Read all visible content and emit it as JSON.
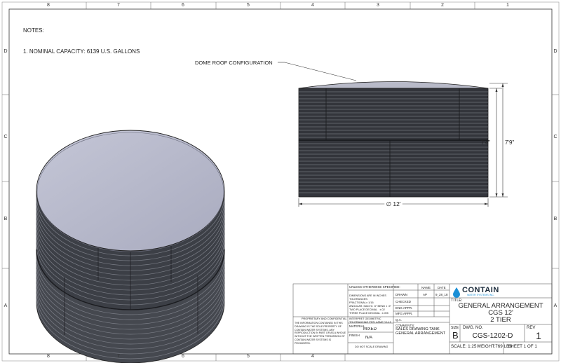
{
  "drawing": {
    "notes_heading": "NOTES:",
    "note_1": "1. NOMINAL CAPACITY: 6139 U.S. GALLONS",
    "callout": "DOME ROOF CONFIGURATION",
    "dim_height_wall": "7'4\"",
    "dim_height_total": "7'9\"",
    "dim_diameter": "∅ 12'"
  },
  "border": {
    "columns": [
      "8",
      "7",
      "6",
      "5",
      "4",
      "3",
      "2",
      "1"
    ],
    "rows": [
      "D",
      "C",
      "B",
      "A"
    ]
  },
  "title_block": {
    "unless": "UNLESS OTHERWISE SPECIFIED:",
    "tolerances": "DIMENSIONS ARE IN INCHES\nTOLERANCES:\nFRACTIONAL± 1/16\nANGULAR: MACH± .5° BEND ± .5°\nTWO PLACE DECIMAL   ±.02\nTHREE PLACE DECIMAL  ±.005",
    "interpret": "INTERPRET GEOMETRIC\nTOLERANCING PER: ASME Y14.5",
    "material_label": "MATERIAL",
    "material_value": "MIXED",
    "finish_label": "FINISH",
    "finish_value": "N/A",
    "no_scale": "DO NOT SCALE DRAWING",
    "proprietary_title": "PROPRIETARY AND CONFIDENTIAL",
    "proprietary_text": "THE INFORMATION CONTAINED IN THIS\nDRAWING IS THE SOLE PROPERTY OF\nCONTAIN WATER SYSTEMS. ANY\nREPRODUCTION IN PART OR AS A WHOLE\nWITHOUT THE WRITTEN PERMISSION OF\nCONTAIN WATER SYSTEMS IS\nPROHIBITED.",
    "name_header": "NAME",
    "date_header": "DATE",
    "drawn_label": "DRAWN",
    "drawn_name": "AP",
    "drawn_date": "9_28_18",
    "checked_label": "CHECKED",
    "eng_label": "ENG APPR.",
    "mfg_label": "MFG APPR.",
    "qa_label": "Q.A.",
    "comments_label": "COMMENTS:",
    "comments_text": "SALES DRAWING-TANK\nGENERAL ARRANGEMENT",
    "company": "CONTAIN",
    "company_sub": "WATER SYSTEMS INC.",
    "title_label": "TITLE:",
    "title_line1": "GENERAL ARRANGEMENT",
    "title_line2": "CGS 12'",
    "title_line3": "2 TIER",
    "size_label": "SIZE",
    "size_value": "B",
    "dwg_label": "DWG.  NO.",
    "dwg_value": "CGS-1202-D",
    "rev_label": "REV",
    "rev_value": "1",
    "scale": "SCALE: 1:25",
    "weight": "WEIGHT:769 LBS",
    "sheet": "SHEET 1 OF 1"
  },
  "colors": {
    "roof_fill": "#b4b6c7",
    "shell_dark": "#2f3136",
    "shell_light": "#5b5e66",
    "line": "#333333",
    "logo_blue": "#1a8fd6"
  }
}
